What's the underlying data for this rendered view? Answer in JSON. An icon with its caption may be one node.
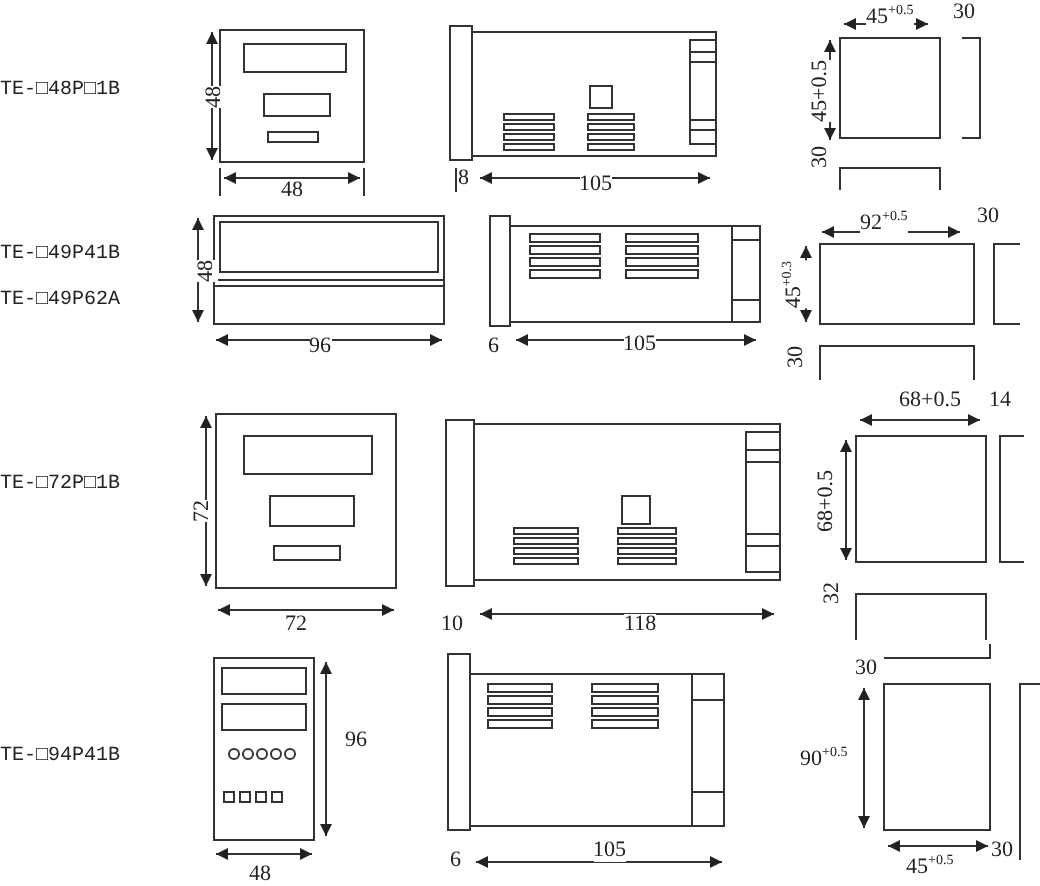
{
  "diagram": {
    "labels": [
      "TE-□48P□1B",
      "48",
      "48",
      "8",
      "105",
      "45$^{+0.5}$",
      "30",
      "45+0.5",
      "30",
      "TE-□49P41B",
      "TE-□49P62A",
      "48",
      "96",
      "6",
      "105",
      "92$^{+0.5}$",
      "30",
      "45$^{+0.3}$",
      "30",
      "TE-□72P□1B",
      "72",
      "72",
      "10",
      "118",
      "68+0.5",
      "14",
      "68+0.5",
      "32",
      "TE-□94P41B",
      "96",
      "48",
      "6",
      "105",
      "30",
      "90$^{+0.5}$",
      "45$^{+0.5}$",
      "30"
    ]
  }
}
